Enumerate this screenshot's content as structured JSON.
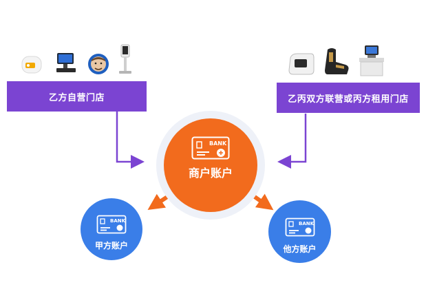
{
  "left_store": {
    "label": "乙方自营门店"
  },
  "right_store": {
    "label": "乙丙双方联营或丙方租用门店"
  },
  "merchant_account": {
    "label": "商户账户",
    "card_text": "BANK"
  },
  "party_a_account": {
    "label": "甲方账户",
    "card_text": "BANK"
  },
  "other_account": {
    "label": "他方账户",
    "card_text": "BANK"
  },
  "colors": {
    "purple": "#7b44d2",
    "orange": "#f26b1d",
    "blue": "#3a7ee8",
    "halo": "#eef1f8"
  },
  "icons": {
    "left_devices": [
      "smart-speaker-icon",
      "pos-terminal-icon",
      "face-avatar-icon",
      "kiosk-stand-icon"
    ],
    "right_devices": [
      "charging-station-icon",
      "massage-chair-icon",
      "vending-kiosk-icon"
    ]
  }
}
